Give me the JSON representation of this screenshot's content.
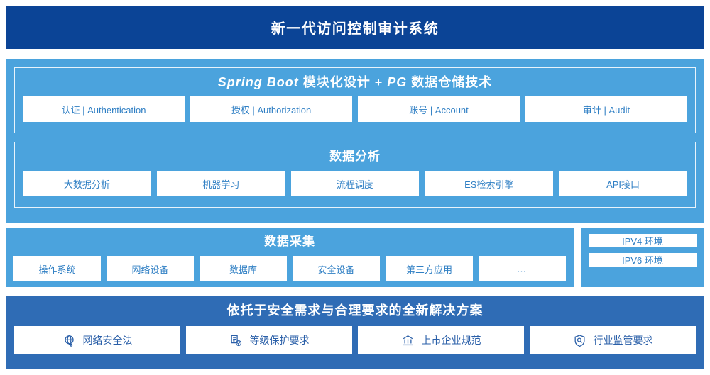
{
  "header": {
    "title": "新一代访问控制审计系统"
  },
  "colors": {
    "header_navy": "#0b4496",
    "panel_light_blue": "#4ba3dd",
    "panel_mid_blue": "#2f6cb5",
    "card_text_blue": "#2f7fc4",
    "bottom_card_text_blue": "#2a5fa8",
    "card_background": "#ffffff"
  },
  "springboot": {
    "title_prefix_italic": "Spring Boot",
    "title_middle": " 模块化设计 + ",
    "title_italic_2": "PG",
    "title_suffix": " 数据仓储技术",
    "cards": [
      {
        "label": "认证 | Authentication"
      },
      {
        "label": "授权 | Authorization"
      },
      {
        "label": "账号 | Account"
      },
      {
        "label": "审计 | Audit"
      }
    ]
  },
  "analysis": {
    "title": "数据分析",
    "cards": [
      {
        "label": "大数据分析"
      },
      {
        "label": "机器学习"
      },
      {
        "label": "流程调度"
      },
      {
        "label": "ES检索引擎"
      },
      {
        "label": "API接口"
      }
    ]
  },
  "collection": {
    "title": "数据采集",
    "cards": [
      {
        "label": "操作系统"
      },
      {
        "label": "网络设备"
      },
      {
        "label": "数据库"
      },
      {
        "label": "安全设备"
      },
      {
        "label": "第三方应用"
      },
      {
        "label": "…"
      }
    ]
  },
  "environment": {
    "cards": [
      {
        "label": "IPV4 环境"
      },
      {
        "label": "IPV6 环境"
      }
    ]
  },
  "compliance": {
    "title": "依托于安全需求与合理要求的全新解决方案",
    "cards": [
      {
        "label": "网络安全法",
        "icon": "globe-icon"
      },
      {
        "label": "等级保护要求",
        "icon": "document-check-icon"
      },
      {
        "label": "上市企业规范",
        "icon": "bank-icon"
      },
      {
        "label": "行业监管要求",
        "icon": "shield-search-icon"
      }
    ]
  }
}
